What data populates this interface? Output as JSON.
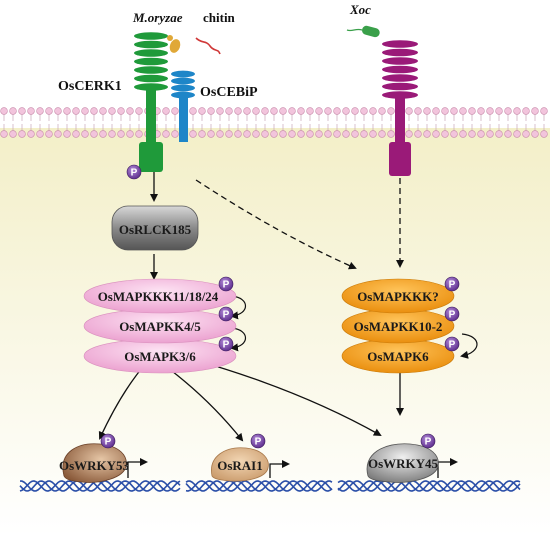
{
  "labels": {
    "pathogen_fungus": "M.oryzae",
    "ligand": "chitin",
    "pathogen_bacterium": "Xoc",
    "receptor_cerk1": "OsCERK1",
    "receptor_cebip": "OsCEBiP"
  },
  "nodes": {
    "rlck": "OsRLCK185",
    "mapkkk_left": "OsMAPKKK11/18/24",
    "mapkk_left": "OsMAPKK4/5",
    "mapk_left": "OsMAPK3/6",
    "mapkkk_right": "OsMAPKKK?",
    "mapkk_right": "OsMAPKK10-2",
    "mapk_right": "OsMAPK6",
    "tf_wrky53": "OsWRKY53",
    "tf_rai1": "OsRAI1",
    "tf_wrky45": "OsWRKY45"
  },
  "phospho_label": "P",
  "colors": {
    "cerk1": "#1f9a3a",
    "cebip": "#1e86c8",
    "xoc_receptor": "#9a1a78",
    "rlck": "#7a7a7a",
    "mapk_left": "#f3b6dc",
    "mapk_right": "#f2a018",
    "phospho": "#6a3a9a",
    "dna": "#2b4fa8",
    "membrane": "#e8a8c8",
    "cytoplasm": "#f8f4d8"
  }
}
